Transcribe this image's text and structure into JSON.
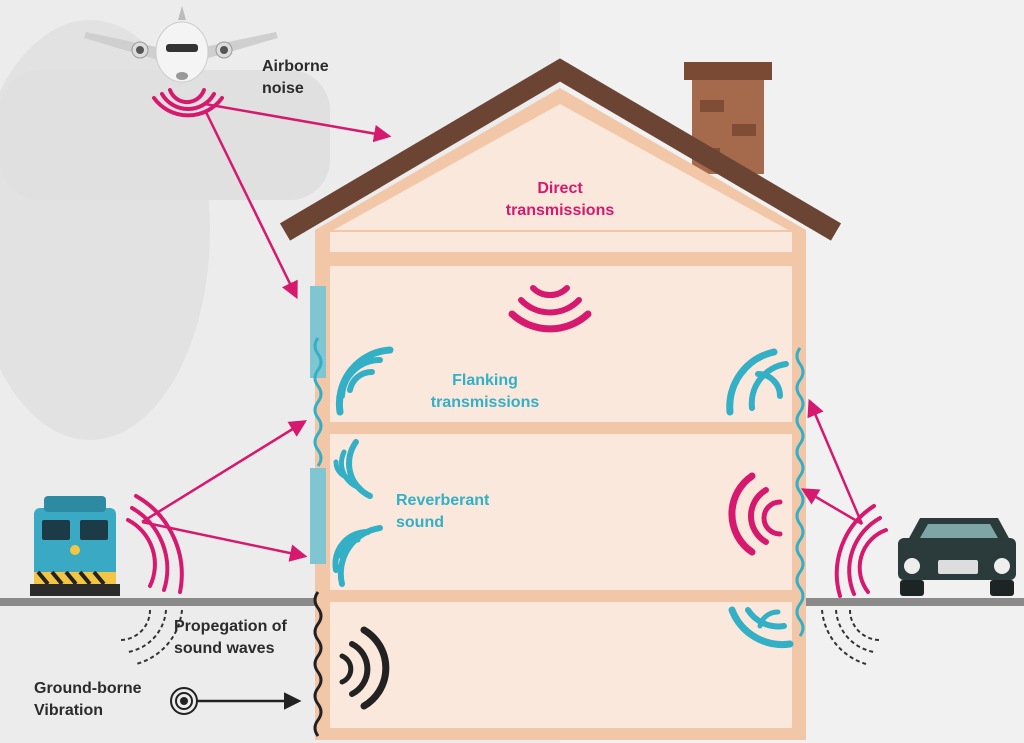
{
  "labels": {
    "airborne_l1": "Airborne",
    "airborne_l2": "noise",
    "direct_l1": "Direct",
    "direct_l2": "transmissions",
    "flanking_l1": "Flanking",
    "flanking_l2": "transmissions",
    "reverberant_l1": "Reverberant",
    "reverberant_l2": "sound",
    "propagation_l1": "Propegation of",
    "propagation_l2": "sound waves",
    "ground_l1": "Ground-borne",
    "ground_l2": "Vibration"
  },
  "colors": {
    "pink": "#d6196f",
    "teal": "#33afc6",
    "wall": "#f1c7a8",
    "interior": "#fbe8dc",
    "roof": "#6b4434",
    "chimney": "#a56a4c",
    "ground": "#8a8a8a"
  },
  "icons": [
    "airplane-icon",
    "train-icon",
    "car-icon",
    "chimney",
    "vibration-target-icon"
  ]
}
